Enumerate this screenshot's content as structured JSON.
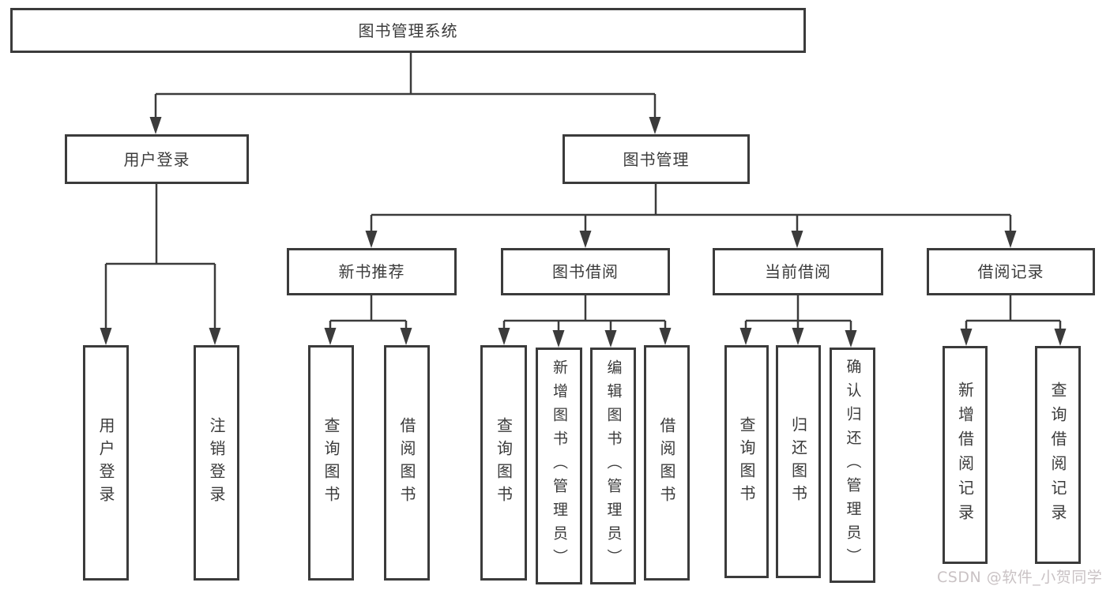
{
  "nodes": {
    "root": "图书管理系统",
    "user_login": "用户登录",
    "book_management": "图书管理",
    "new_book_recommend": "新书推荐",
    "book_borrow": "图书借阅",
    "current_borrow": "当前借阅",
    "borrow_record": "借阅记录"
  },
  "leaves": {
    "user_login": "用户登录",
    "logout": "注销登录",
    "recommend_query_book": "查询图书",
    "recommend_borrow_book": "借阅图书",
    "borrow_query_book": "查询图书",
    "borrow_add_book": "新增图书（管理员）",
    "borrow_edit_book": "编辑图书（管理员）",
    "borrow_borrow_book": "借阅图书",
    "current_query_book": "查询图书",
    "current_return_book": "归还图书",
    "current_confirm_return": "确认归还（管理员）",
    "record_add": "新增借阅记录",
    "record_query": "查询借阅记录"
  },
  "watermark": "CSDN @软件_小贺同学",
  "colors": {
    "line": "#3b3b3b",
    "box_border": "#3b3b3b",
    "box_background": "#ffffff",
    "text": "#3b3b3b",
    "watermark": "#c9c2c4"
  }
}
